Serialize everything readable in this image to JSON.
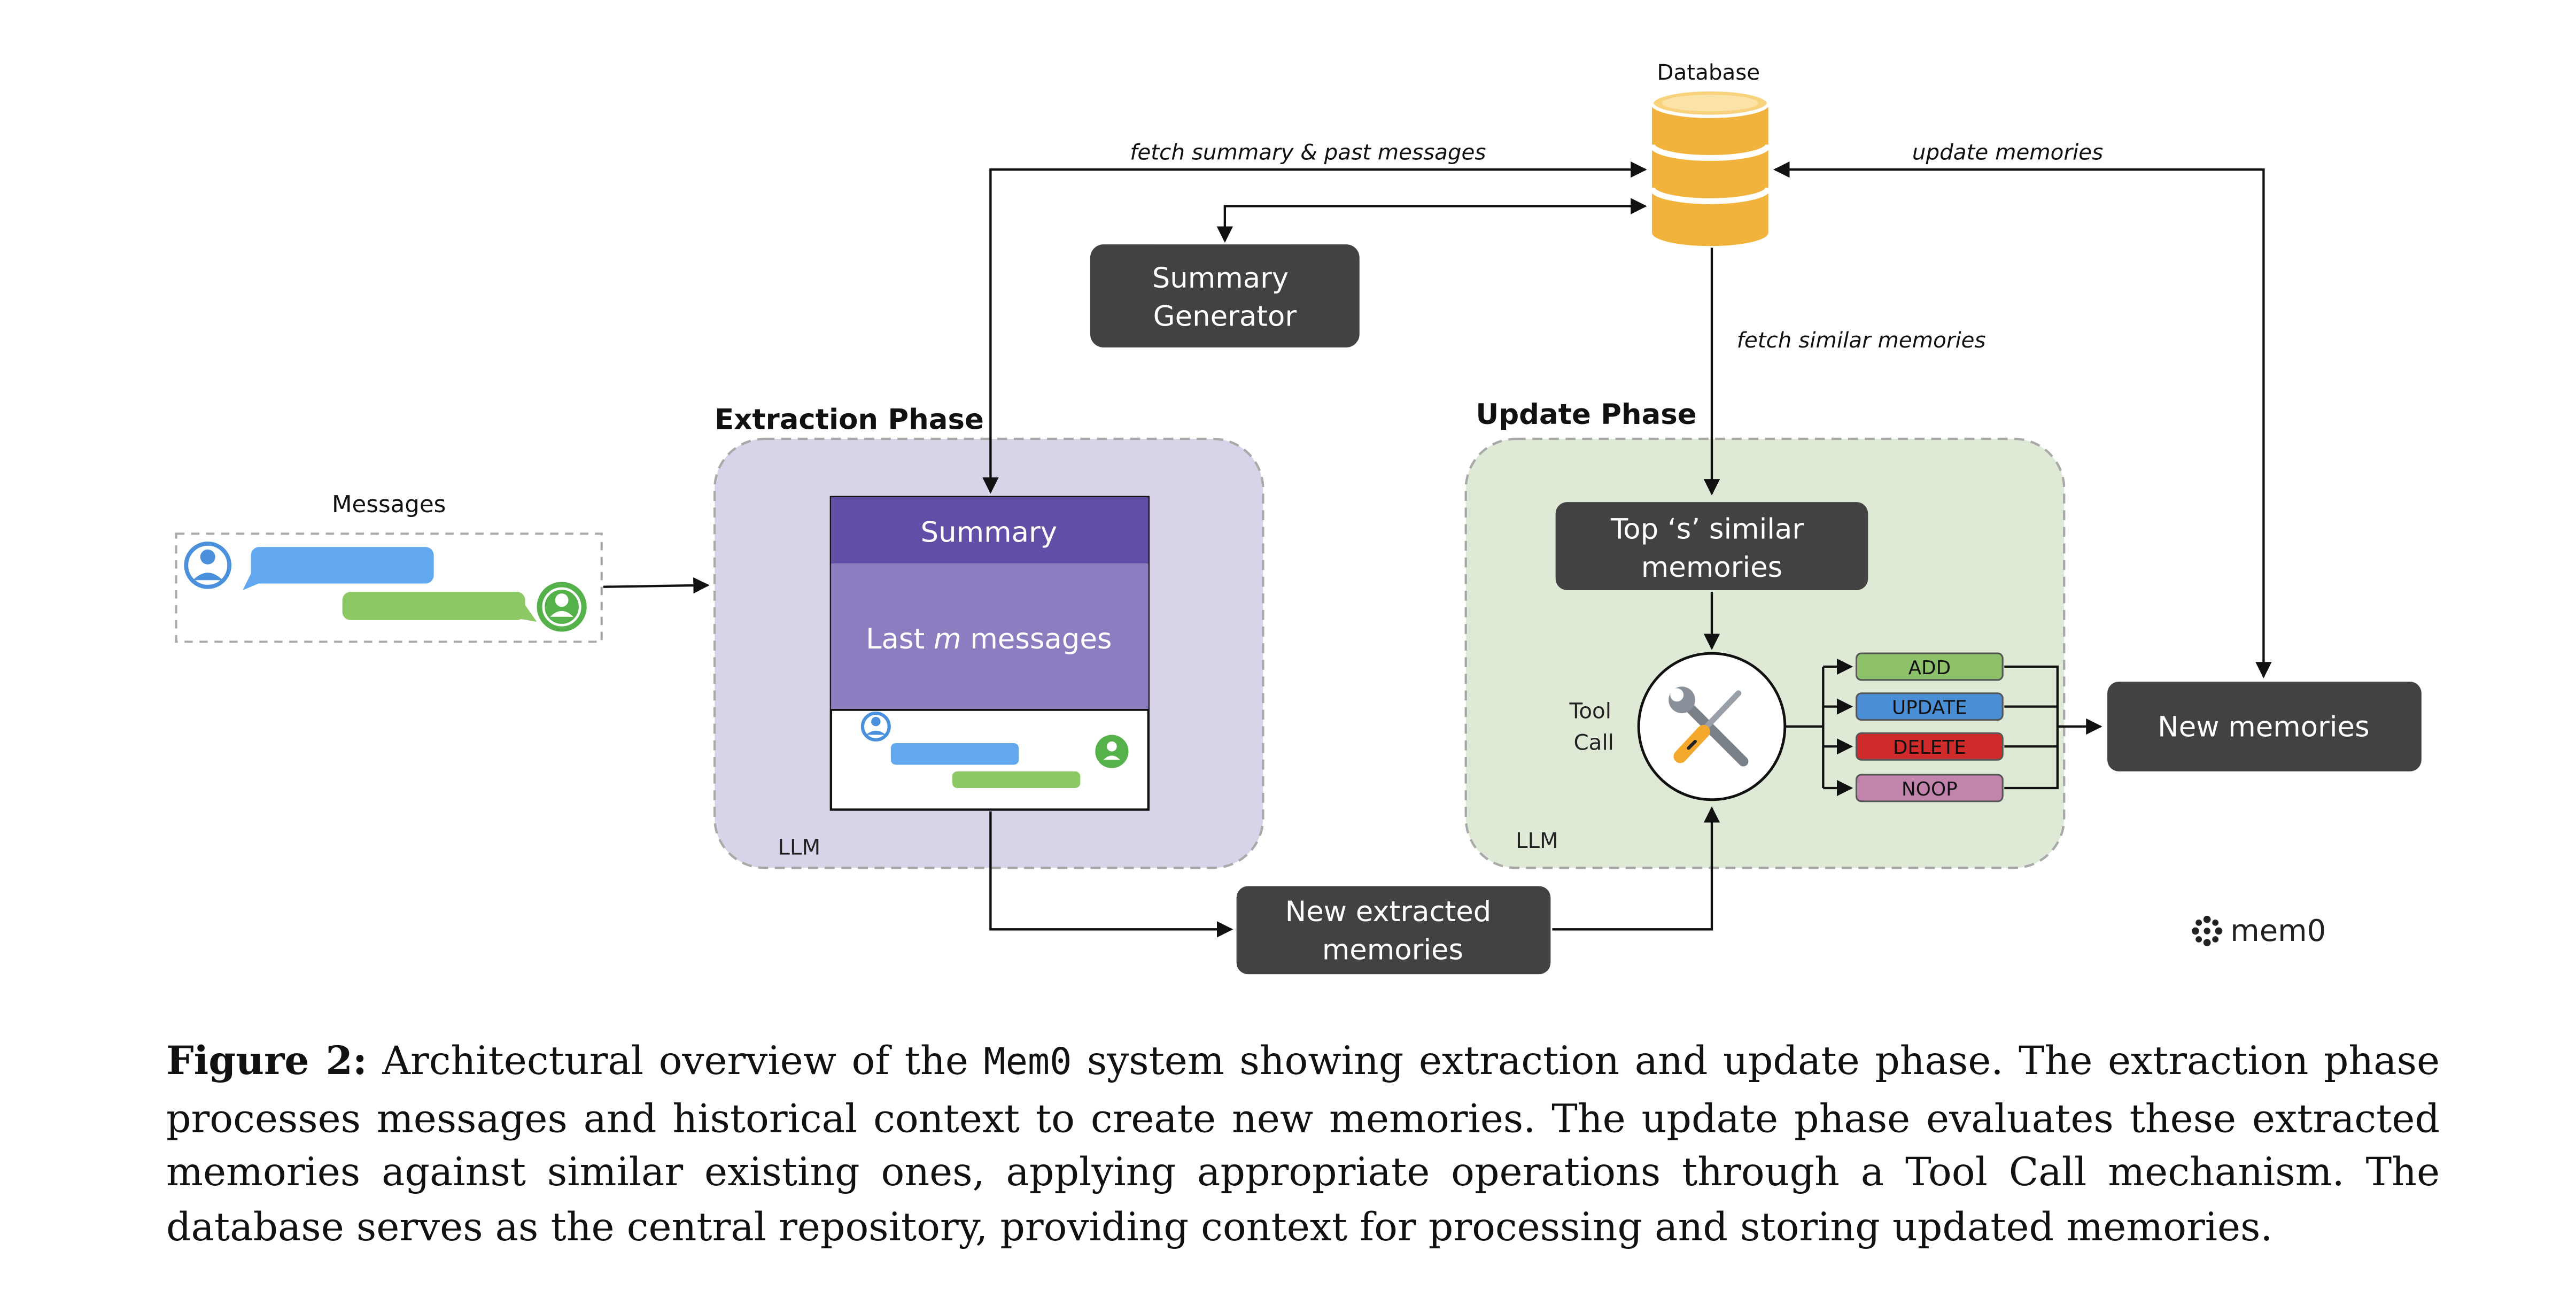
{
  "diagram": {
    "database_label": "Database",
    "edge_fetch_summary": "fetch summary & past messages",
    "edge_update_memories": "update memories",
    "edge_fetch_similar": "fetch similar memories",
    "summary_generator": [
      "Summary",
      "Generator"
    ],
    "extraction_phase_title": "Extraction Phase",
    "update_phase_title": "Update Phase",
    "messages_label": "Messages",
    "summary_label": "Summary",
    "last_messages_prefix": "Last ",
    "last_messages_var": "m",
    "last_messages_suffix": " messages",
    "llm_label_extraction": "LLM",
    "llm_label_update": "LLM",
    "top_similar": [
      "Top ‘s’ similar",
      "memories"
    ],
    "tool_call": [
      "Tool",
      "Call"
    ],
    "operations": [
      {
        "label": "ADD",
        "color": "#8dc26b"
      },
      {
        "label": "UPDATE",
        "color": "#4a8fd6"
      },
      {
        "label": "DELETE",
        "color": "#cf2b2b"
      },
      {
        "label": "NOOP",
        "color": "#c284ad"
      }
    ],
    "new_memories": "New memories",
    "new_extracted": [
      "New extracted",
      "memories"
    ],
    "brand": "mem0",
    "colors": {
      "dark_box": "#424242",
      "extraction_bg": "#d8d3e8",
      "update_bg": "#deead6",
      "summary_bar": "#624ea6",
      "last_messages": "#8b7dbf",
      "db_gold": "#f2b33d",
      "bubble_blue": "#62a8ef",
      "bubble_green": "#8cc964",
      "user_blue": "#4a90dc",
      "user_green": "#55b24a"
    }
  },
  "caption": {
    "figure_label": "Figure 2:",
    "text_1": " Architectural overview of the ",
    "system_name": "Mem0",
    "text_2": " system showing extraction and update phase. The extraction phase processes messages and historical context to create new memories. The update phase evaluates these extracted memories against similar existing ones, applying appropriate operations through a Tool Call mechanism. The database serves as the central repository, providing context for processing and storing updated memories."
  }
}
